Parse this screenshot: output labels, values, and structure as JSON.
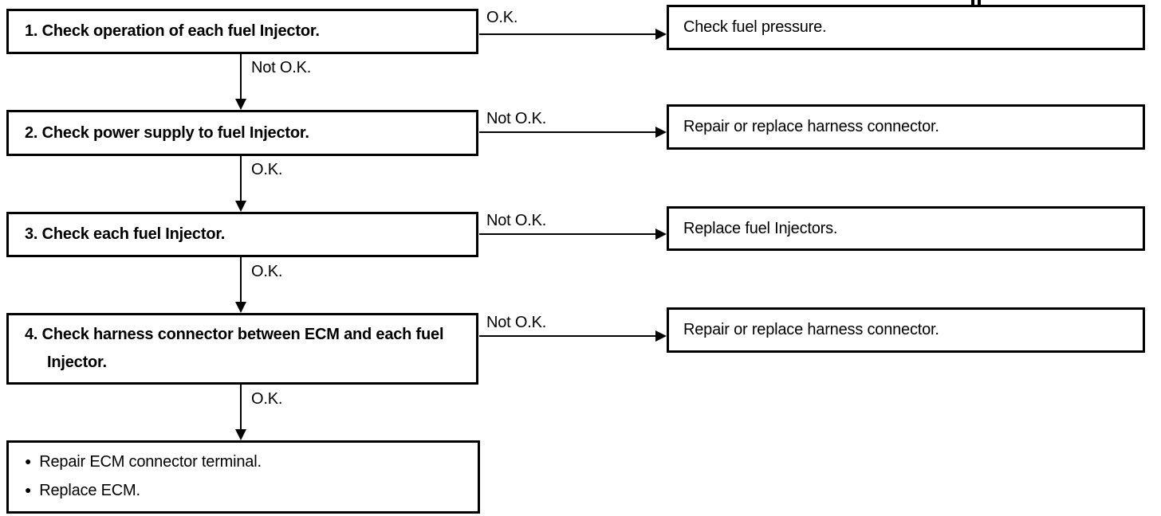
{
  "flow": {
    "steps": [
      {
        "box": "1. Check operation of each fuel Injector.",
        "branch_label": "O.K.",
        "branch_result": "Check fuel pressure.",
        "down_label": "Not O.K."
      },
      {
        "box": "2. Check power supply to fuel Injector.",
        "branch_label": "Not O.K.",
        "branch_result": "Repair or replace harness connector.",
        "down_label": "O.K."
      },
      {
        "box": "3. Check each fuel Injector.",
        "branch_label": "Not O.K.",
        "branch_result": "Replace fuel Injectors.",
        "down_label": "O.K."
      },
      {
        "box": "4. Check harness connector between ECM and each fuel Injector.",
        "branch_label": "Not O.K.",
        "branch_result": "Repair or replace harness connector.",
        "down_label": "O.K."
      }
    ],
    "final": {
      "bullet_char": "●",
      "bullets": [
        "Repair ECM connector terminal.",
        "Replace ECM."
      ]
    }
  },
  "colors": {
    "line": "#000000",
    "background": "#ffffff"
  }
}
